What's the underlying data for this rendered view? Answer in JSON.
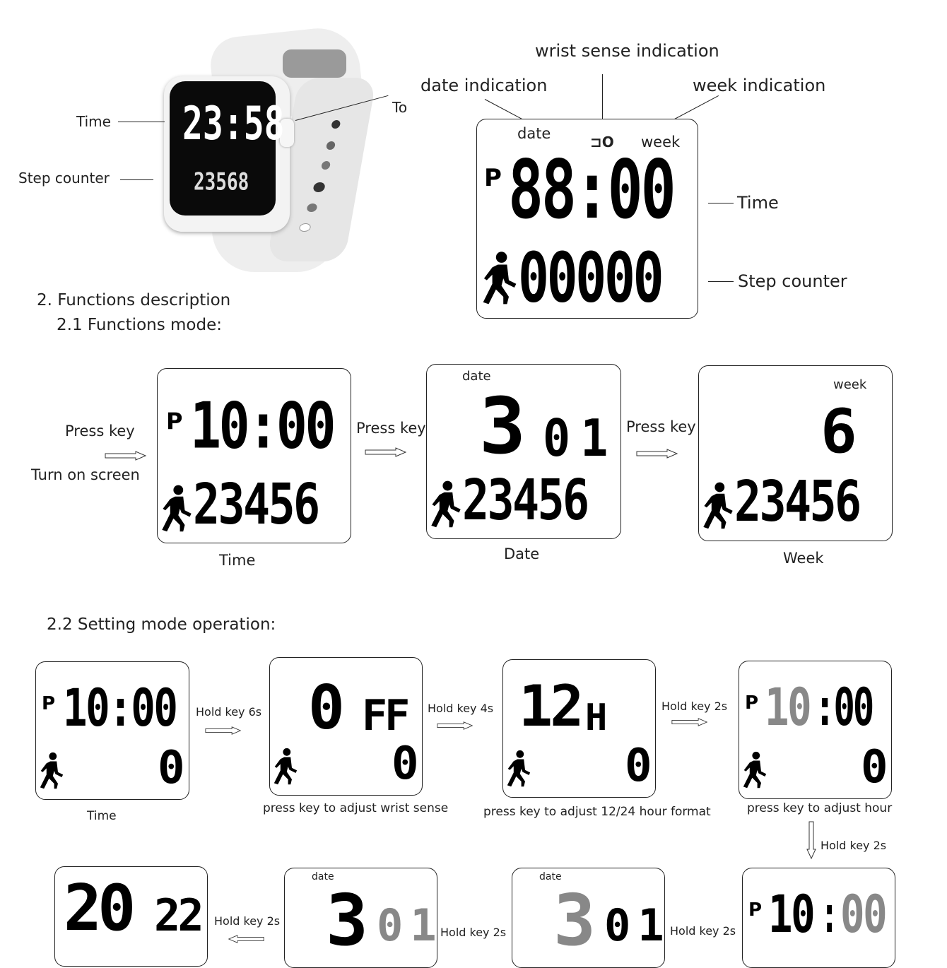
{
  "watch": {
    "labels": {
      "time": "Time",
      "step_counter": "Step  counter",
      "button": "To"
    },
    "screen": {
      "time": "23:58",
      "steps": "23568"
    }
  },
  "diagram": {
    "wrist_sense": "wrist sense indication",
    "date_indication": "date indication",
    "week_indication": "week indication",
    "time": "Time",
    "step_counter": "Step counter",
    "lcd": {
      "date": "date",
      "week": "week",
      "p": "P",
      "time": "88:00",
      "steps": "00000"
    }
  },
  "section2": {
    "title": "2. Functions description",
    "sub1": "2.1     Functions mode:",
    "sub2": "2.2     Setting mode operation:"
  },
  "functions_mode": {
    "press_key": "Press key",
    "turn_on": "Turn on screen",
    "screens": [
      {
        "caption": "Time",
        "p": "P",
        "main": "10:00",
        "steps": "23456"
      },
      {
        "caption": "Date",
        "top": "date",
        "month": "3",
        "day": "01",
        "steps": "23456"
      },
      {
        "caption": "Week",
        "top": "week",
        "week": "6",
        "steps": "23456"
      }
    ]
  },
  "setting_mode": {
    "hold_6s": "Hold key 6s",
    "hold_4s": "Hold key 4s",
    "hold_2s": "Hold key 2s",
    "screens": [
      {
        "caption": "Time",
        "p": "P",
        "main": "10:00",
        "steps": "0"
      },
      {
        "caption": "press key to adjust wrist sense",
        "main": "0",
        "sub": "FF",
        "steps": "0"
      },
      {
        "caption": "press key to adjust 12/24 hour format",
        "main": "12",
        "sub": "H",
        "steps": "0"
      },
      {
        "caption": "press key to adjust hour",
        "p": "P",
        "hour": "10",
        "minute": ":00",
        "steps": "0"
      }
    ],
    "bottom": [
      {
        "year_a": "20",
        "year_b": "22"
      },
      {
        "top": "date",
        "month": "3",
        "day": "01"
      },
      {
        "top": "date",
        "month": "3",
        "day": "01"
      },
      {
        "p": "P",
        "hour": "10",
        "minute": "00"
      }
    ]
  }
}
